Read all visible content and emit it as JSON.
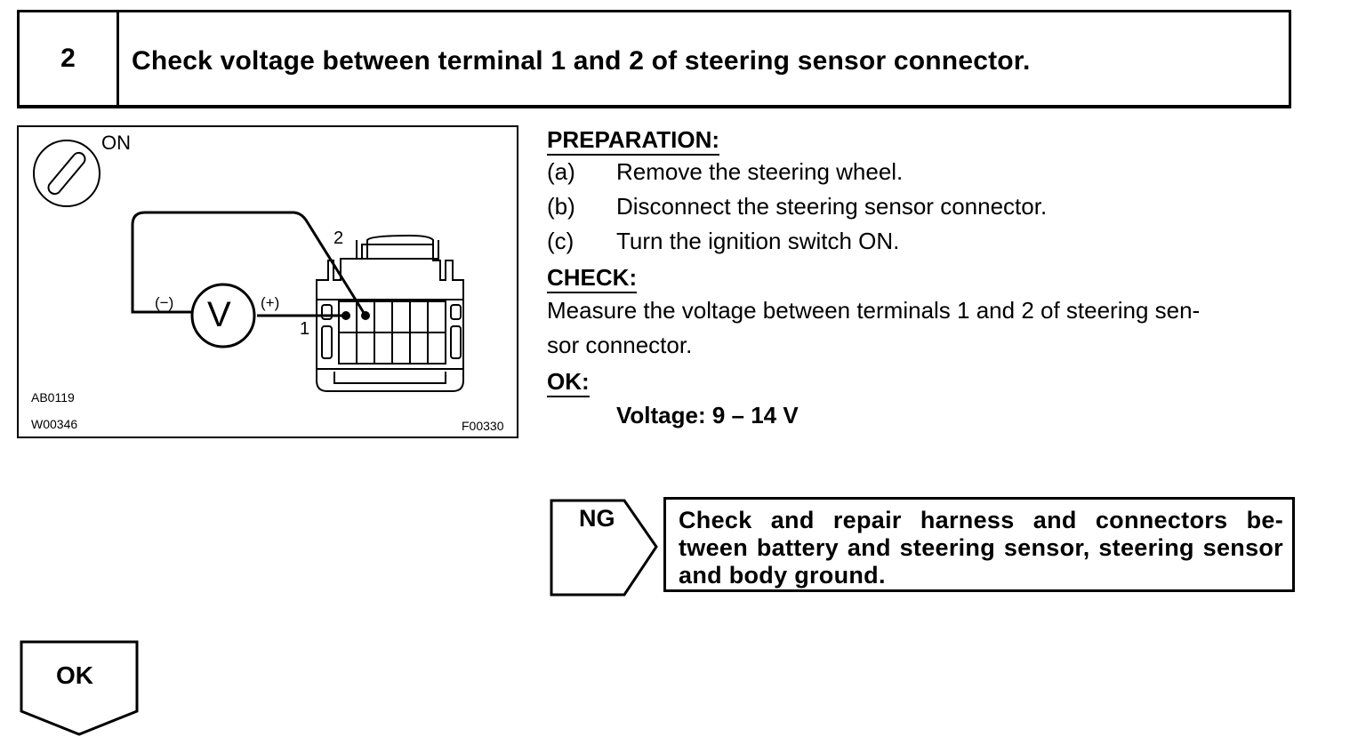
{
  "step": {
    "number": "2",
    "title": "Check voltage between terminal 1 and 2 of steering sensor connector."
  },
  "figure": {
    "ignition_label": "ON",
    "negative_label": "(−)",
    "positive_label": "(+)",
    "meter_symbol": "V",
    "terminal_1": "1",
    "terminal_2": "2",
    "code_1": "AB0119",
    "code_2": "W00346",
    "code_3": "F00330"
  },
  "preparation": {
    "heading": "PREPARATION:",
    "steps": [
      {
        "key": "(a)",
        "text": "Remove the steering wheel."
      },
      {
        "key": "(b)",
        "text": "Disconnect the steering sensor connector."
      },
      {
        "key": "(c)",
        "text": "Turn the ignition switch ON."
      }
    ]
  },
  "check": {
    "heading": "CHECK:",
    "line1": "Measure the voltage between terminals 1 and 2 of steering sen-",
    "line2": "sor connector."
  },
  "ok_spec": {
    "heading": "OK:",
    "value": "Voltage: 9 – 14 V"
  },
  "ng": {
    "label": "NG",
    "action": "Check and repair harness and connectors be- tween battery and steering sensor, steering sensor and body ground."
  },
  "ok_branch": {
    "label": "OK"
  }
}
